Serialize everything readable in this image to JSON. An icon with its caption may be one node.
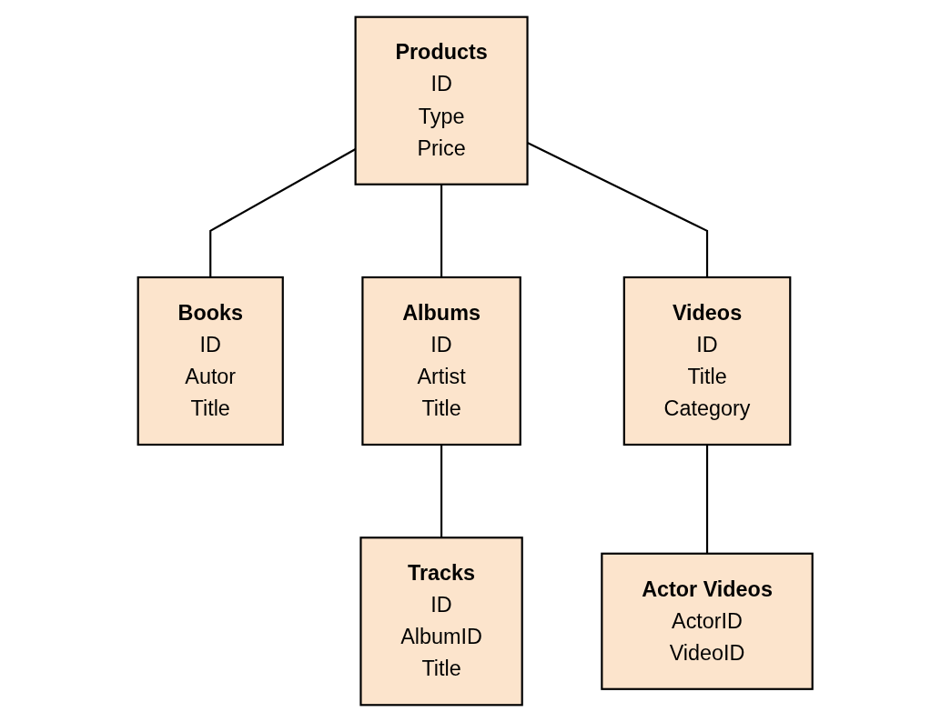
{
  "diagram": {
    "nodes": [
      {
        "text": [
          "Products",
          "ID",
          "Type",
          "Price"
        ]
      },
      {
        "text": [
          "Books",
          "ID",
          "Autor",
          "Title"
        ]
      },
      {
        "text": [
          "Albums",
          "ID",
          "Artist",
          "Title"
        ]
      },
      {
        "text": [
          "Videos",
          "ID",
          "Title",
          "Category"
        ]
      },
      {
        "text": [
          "Tracks",
          "ID",
          "AlbumID",
          "Title"
        ]
      },
      {
        "text": [
          "Actor Videos",
          "ActorID",
          "VideoID"
        ]
      }
    ],
    "edges": [
      {
        "from": 0,
        "to": 1,
        "arrow": "none"
      },
      {
        "from": 0,
        "to": 2,
        "arrow": "none"
      },
      {
        "from": 0,
        "to": 3,
        "arrow": "none"
      },
      {
        "from": 2,
        "to": 4,
        "arrow": "none"
      },
      {
        "from": 3,
        "to": 5,
        "arrow": "none"
      }
    ]
  }
}
